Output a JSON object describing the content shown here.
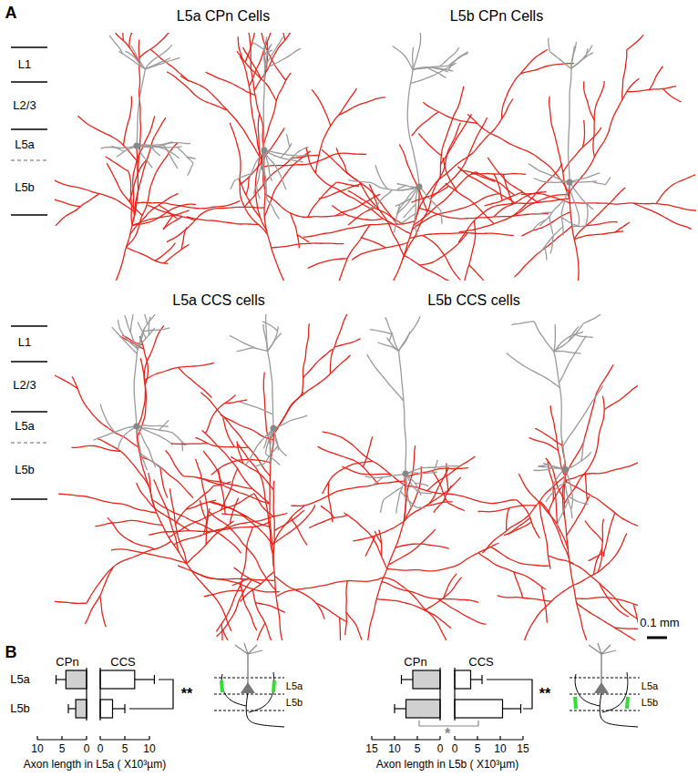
{
  "diagram": {
    "labels": [
      "A",
      "L5a CPn Cells",
      "L5b CPn Cells",
      "L1",
      "L2/3",
      "L5a",
      "L5b",
      "L5a CCS cells",
      "L5b CCS cells",
      "L1",
      "L2/3",
      "L5a",
      "L5b",
      "0.1 mm",
      "B",
      "CPn",
      "CCS",
      "L5a",
      "L5b",
      "**",
      "L5a",
      "L5b",
      "10",
      "5",
      "0",
      "0",
      "5",
      "10",
      "Axon length in L5a ( X10³µm)",
      "CPn",
      "CCS",
      "**",
      "L5a",
      "L5b",
      "*",
      "15",
      "10",
      "5",
      "0",
      "0",
      "5",
      "10",
      "15",
      "Axon length in L5b ( X10³µm)"
    ]
  }
}
